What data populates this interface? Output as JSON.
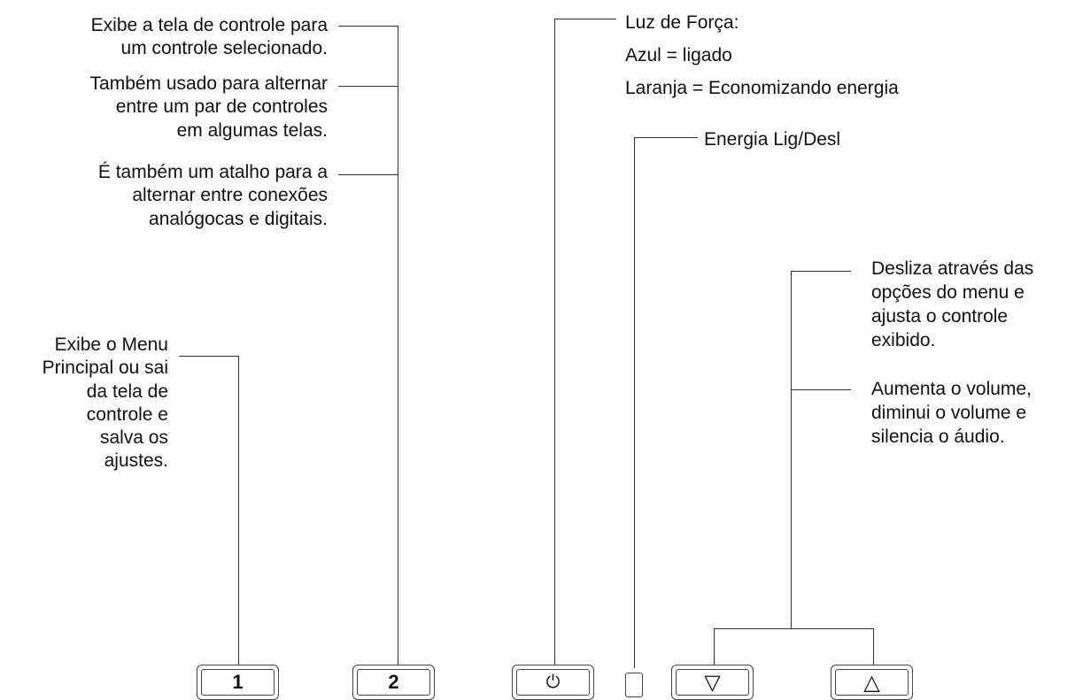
{
  "annotations": {
    "display_screen": [
      "Exibe a tela de controle para",
      "um controle selecionado."
    ],
    "toggle_pair": [
      "Também usado para alternar",
      "entre um par de controles",
      "em algumas telas."
    ],
    "shortcut": [
      "É também um atalho para a",
      "alternar entre conexões",
      "analógocas e digitais."
    ],
    "main_menu": [
      "Exibe o Menu",
      "Principal ou sai",
      "da tela de",
      "controle e",
      "salva os",
      "ajustes."
    ],
    "power_light": [
      "Luz de Força:",
      "Azul = ligado",
      "Laranja = Economizando energia"
    ],
    "power_switch": "Energia Lig/Desl",
    "scroll": [
      "Desliza através das",
      "opções do menu e",
      "ajusta o controle",
      "exibido."
    ],
    "volume": [
      "Aumenta o volume,",
      "diminui o volume e",
      "silencia o áudio."
    ]
  },
  "buttons": {
    "one": "1",
    "two": "2",
    "power_symbol": "⏻",
    "down_symbol": "▽",
    "up_symbol": "△"
  }
}
